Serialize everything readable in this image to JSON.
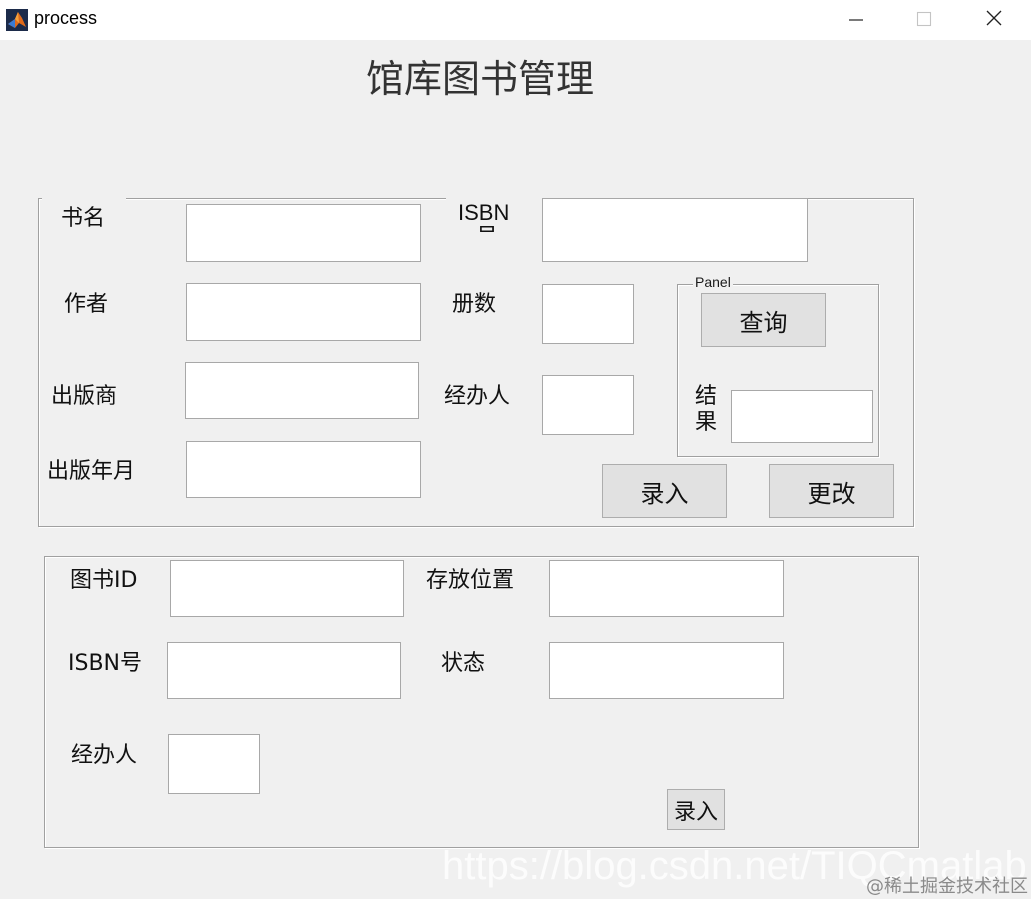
{
  "window": {
    "title": "process"
  },
  "page": {
    "title": "馆库图书管理"
  },
  "book_panel": {
    "labels": {
      "title": "书名",
      "isbn": "ISBN",
      "isbn_clip": "号",
      "author": "作者",
      "copies": "册数",
      "publisher": "出版商",
      "handler": "经办人",
      "pub_date": "出版年月"
    },
    "inputs": {
      "title": "",
      "isbn": "",
      "author": "",
      "copies": "",
      "publisher": "",
      "handler": "",
      "pub_date": ""
    },
    "query_panel": {
      "title": "Panel",
      "query_button": "查询",
      "result_label_1": "结",
      "result_label_2": "果",
      "result_value": ""
    },
    "buttons": {
      "enter": "录入",
      "modify": "更改"
    }
  },
  "copy_panel": {
    "labels": {
      "book_id": "图书ID",
      "location": "存放位置",
      "isbn": "ISBN号",
      "status": "状态",
      "handler": "经办人"
    },
    "inputs": {
      "book_id": "",
      "location": "",
      "isbn": "",
      "status": "",
      "handler": ""
    },
    "buttons": {
      "enter": "录入"
    }
  },
  "watermark": {
    "url": "https://blog.csdn.net/TIQCmatlab",
    "credit": "@稀土掘金技术社区"
  },
  "icons": {
    "app": "matlab-icon",
    "minimize": "minimize-icon",
    "maximize": "maximize-icon",
    "close": "close-icon"
  }
}
